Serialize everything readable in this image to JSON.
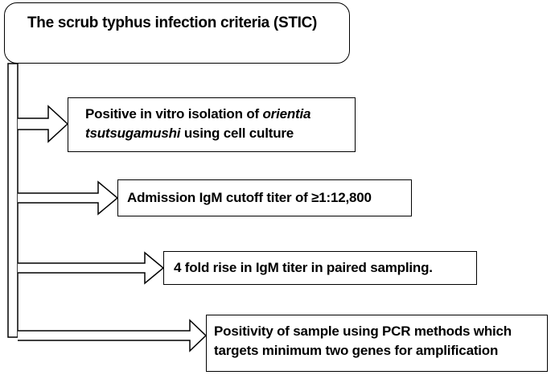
{
  "title": "The scrub typhus infection criteria (STIC)",
  "criteria": [
    {
      "line1_prefix": "Positive in vitro isolation of ",
      "line1_italic": "orientia",
      "line2_italic": "tsutsugamushi",
      "line2_suffix": " using  cell culture"
    },
    {
      "text": "Admission IgM cutoff titer of  ≥1:12,800"
    },
    {
      "text": "4 fold rise in IgM titer  in paired sampling."
    },
    {
      "line1": "Positivity of sample using PCR methods which",
      "line2": "targets minimum two genes for amplification"
    }
  ]
}
